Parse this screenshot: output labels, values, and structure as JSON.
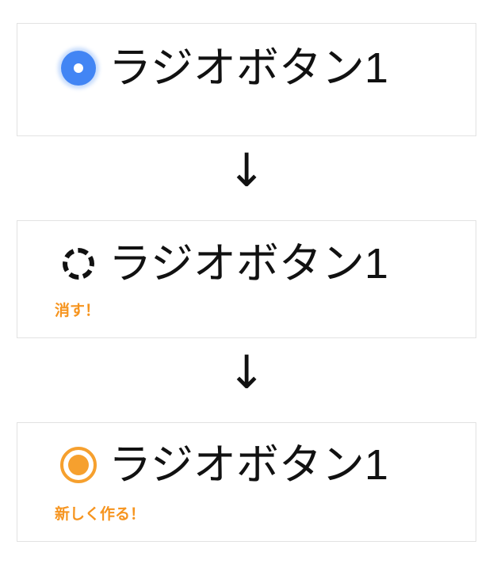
{
  "page": {
    "background_color": "#ffffff",
    "panel_border_color": "#e2e2e2",
    "accent_orange": "#f6941e",
    "radio_blue": "#4285f4",
    "radio_blue_halo": "#9cc1fa",
    "radio_orange": "#f6a02e",
    "text_color": "#111111"
  },
  "steps": [
    {
      "id": "step-selected",
      "radio_state": "selected-blue",
      "radio_icon": "radio-filled-blue-icon",
      "label": "ラジオボタン1",
      "caption": ""
    },
    {
      "id": "step-removed",
      "radio_state": "dashed-outline",
      "radio_icon": "radio-dashed-outline-icon",
      "label": "ラジオボタン1",
      "caption": "消す！"
    },
    {
      "id": "step-new",
      "radio_state": "orange-donut",
      "radio_icon": "radio-filled-orange-icon",
      "label": "ラジオボタン1",
      "caption": "新しく作る！"
    }
  ],
  "arrows": [
    {
      "id": "arrow-1",
      "glyph": "↓"
    },
    {
      "id": "arrow-2",
      "glyph": "↓"
    }
  ]
}
